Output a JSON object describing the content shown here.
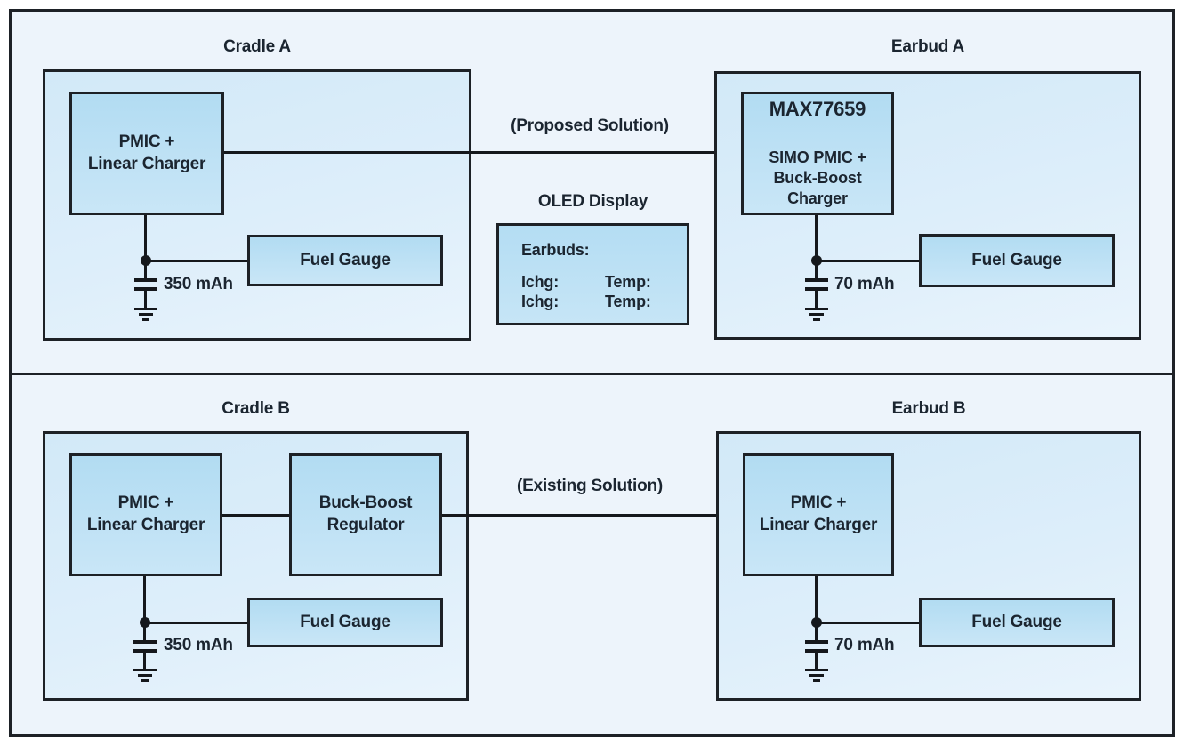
{
  "top": {
    "cradle": {
      "title": "Cradle A",
      "main_block": "PMIC +\nLinear Charger",
      "fuel_gauge": "Fuel Gauge",
      "battery_capacity": "350 mAh"
    },
    "arrow_label": "(Proposed Solution)",
    "oled": {
      "title": "OLED Display",
      "heading": "Earbuds:",
      "row1_left": "Ichg:",
      "row1_right": "Temp:",
      "row2_left": "Ichg:",
      "row2_right": "Temp:"
    },
    "earbud": {
      "title": "Earbud A",
      "chip_name": "MAX77659",
      "chip_desc": "SIMO PMIC +\nBuck-Boost\nCharger",
      "fuel_gauge": "Fuel Gauge",
      "battery_capacity": "70 mAh"
    }
  },
  "bottom": {
    "cradle": {
      "title": "Cradle B",
      "main_block": "PMIC +\nLinear Charger",
      "regulator_block": "Buck-Boost\nRegulator",
      "fuel_gauge": "Fuel Gauge",
      "battery_capacity": "350 mAh"
    },
    "arrow_label": "(Existing Solution)",
    "earbud": {
      "title": "Earbud B",
      "main_block": "PMIC +\nLinear Charger",
      "fuel_gauge": "Fuel Gauge",
      "battery_capacity": "70 mAh"
    }
  },
  "colors": {
    "section_fill": "#edf4fb",
    "container_fill": "#d9edf9",
    "block_fill": "#b7dff3",
    "line": "#1d2126",
    "text": "#1b2530"
  }
}
